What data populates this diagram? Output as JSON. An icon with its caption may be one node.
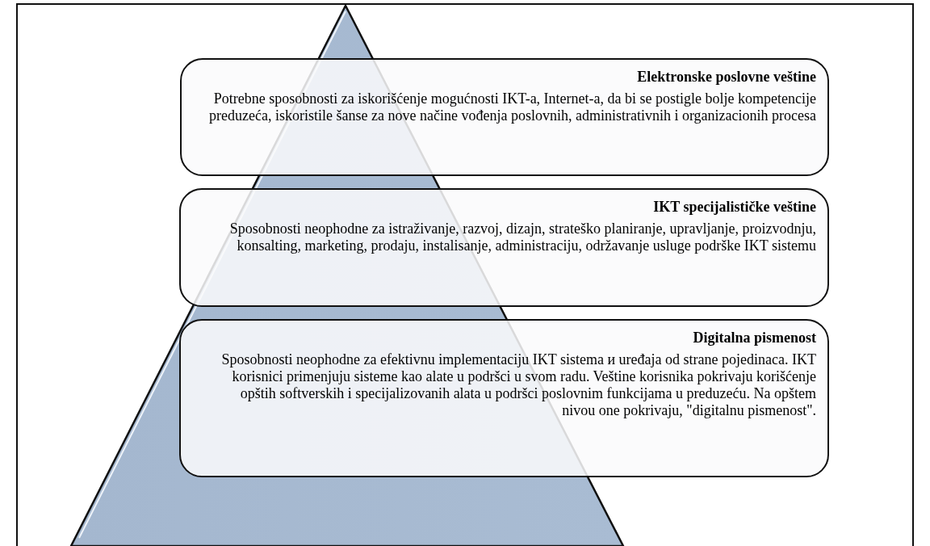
{
  "diagram": {
    "nodes": [
      {
        "text": [
          "Elektronske poslovne veštine",
          "Potrebne sposobnosti za iskorišćenje mogućnosti IKT-a, Internet-a, da bi se postigle bolje kompetencije preduzeća, iskoristile šanse za nove načine vođenja poslovnih, administrativnih i organizacionih procesa"
        ]
      },
      {
        "text": [
          "IKT specijalističke veštine",
          "Sposobnosti neophodne za istraživanje, razvoj, dizajn, strateško planiranje, upravljanje, proizvodnju, konsalting, marketing, prodaju, instalisanje, administraciju, održavanje usluge podrške IKT sistemu"
        ]
      },
      {
        "text": [
          "Digitalna pismenost",
          "Sposobnosti neophodne  za efektivnu implementaciju IKT sistema и uređaja od strane pojedinaca. IKT korisnici primenjuju sisteme  kao alate u podršci u svom radu. Veštine korisnika pokrivaju korišćenje opštih softverskih i specijalizovanih alata u podršci poslovnim funkcijama u preduzeću. Na opštem nivou one pokrivaju, \"digitalnu pismenost\"."
        ]
      }
    ]
  }
}
